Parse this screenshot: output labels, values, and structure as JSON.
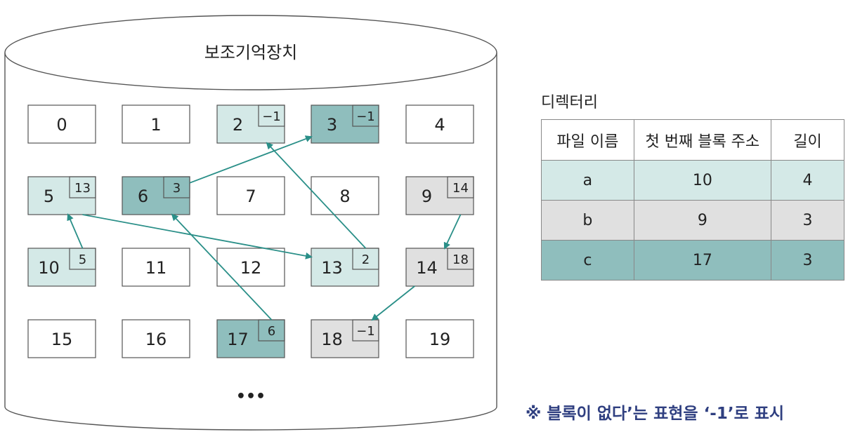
{
  "cylinder_label": "보조기억장치",
  "ellipsis": "•••",
  "blocks": [
    {
      "id": "0",
      "pointer": null,
      "fill": "#ffffff"
    },
    {
      "id": "1",
      "pointer": null,
      "fill": "#ffffff"
    },
    {
      "id": "2",
      "pointer": "−1",
      "fill": "#d4e9e7"
    },
    {
      "id": "3",
      "pointer": "−1",
      "fill": "#8fbebd"
    },
    {
      "id": "4",
      "pointer": null,
      "fill": "#ffffff"
    },
    {
      "id": "5",
      "pointer": "13",
      "fill": "#d4e9e7"
    },
    {
      "id": "6",
      "pointer": "3",
      "fill": "#8fbebd"
    },
    {
      "id": "7",
      "pointer": null,
      "fill": "#ffffff"
    },
    {
      "id": "8",
      "pointer": null,
      "fill": "#ffffff"
    },
    {
      "id": "9",
      "pointer": "14",
      "fill": "#e0e0e0"
    },
    {
      "id": "10",
      "pointer": "5",
      "fill": "#d4e9e7"
    },
    {
      "id": "11",
      "pointer": null,
      "fill": "#ffffff"
    },
    {
      "id": "12",
      "pointer": null,
      "fill": "#ffffff",
      "bold_border": true
    },
    {
      "id": "13",
      "pointer": "2",
      "fill": "#d4e9e7"
    },
    {
      "id": "14",
      "pointer": "18",
      "fill": "#e0e0e0"
    },
    {
      "id": "15",
      "pointer": null,
      "fill": "#ffffff"
    },
    {
      "id": "16",
      "pointer": null,
      "fill": "#ffffff"
    },
    {
      "id": "17",
      "pointer": "6",
      "fill": "#8fbebd"
    },
    {
      "id": "18",
      "pointer": "−1",
      "fill": "#e0e0e0"
    },
    {
      "id": "19",
      "pointer": null,
      "fill": "#ffffff"
    }
  ],
  "links": [
    {
      "from": 10,
      "to": 5
    },
    {
      "from": 5,
      "to": 13
    },
    {
      "from": 13,
      "to": 2
    },
    {
      "from": 17,
      "to": 6
    },
    {
      "from": 6,
      "to": 3
    },
    {
      "from": 9,
      "to": 14
    },
    {
      "from": 14,
      "to": 18
    }
  ],
  "directory": {
    "title": "디렉터리",
    "headers": [
      "파일 이름",
      "첫 번째 블록 주소",
      "길이"
    ],
    "rows": [
      {
        "name": "a",
        "start": "10",
        "length": "4",
        "fill": "#d4e9e7"
      },
      {
        "name": "b",
        "start": "9",
        "length": "3",
        "fill": "#e0e0e0"
      },
      {
        "name": "c",
        "start": "17",
        "length": "3",
        "fill": "#8fbebd"
      }
    ]
  },
  "footnote": "※ 블록이 없다’는 표현을 ‘-1’로 표시",
  "colors": {
    "arrow": "#2a8f88",
    "outline": "#555555",
    "footnote": "#2f3f80"
  }
}
